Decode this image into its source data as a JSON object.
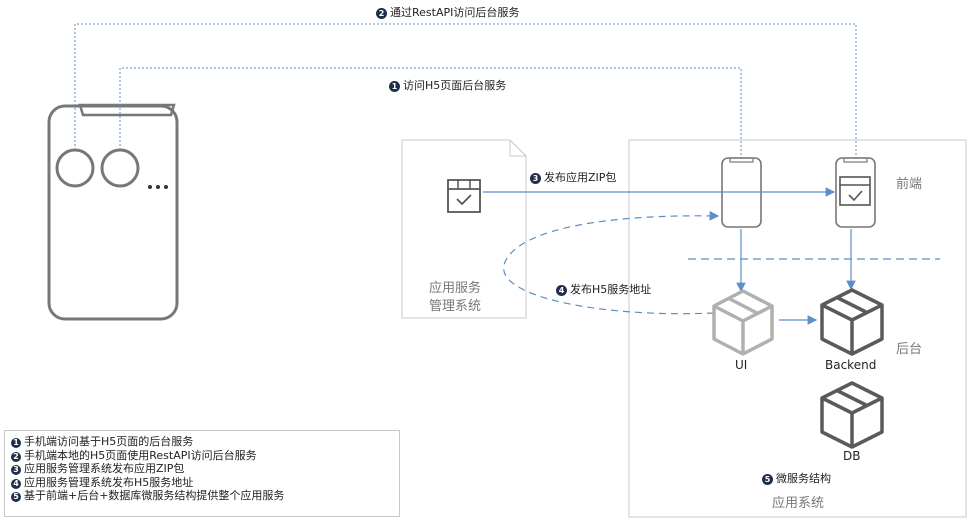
{
  "diagram": {
    "step_labels": {
      "s1": {
        "num": "1",
        "text": "访问H5页面后台服务"
      },
      "s2": {
        "num": "2",
        "text": "通过RestAPI访问后台服务"
      },
      "s3": {
        "num": "3",
        "text": "发布应用ZIP包"
      },
      "s4": {
        "num": "4",
        "text": "发布H5服务地址"
      },
      "s5": {
        "num": "5",
        "text": "微服务结构"
      }
    },
    "mgmt_system": {
      "line1": "应用服务",
      "line2": "管理系统"
    },
    "app_system": {
      "title": "应用系统",
      "frontend": "前端",
      "backend_layer": "后台"
    },
    "nodes": {
      "ui": "UI",
      "backend": "Backend",
      "db": "DB"
    },
    "legend": [
      {
        "num": "1",
        "text": "手机端访问基于H5页面的后台服务"
      },
      {
        "num": "2",
        "text": "手机端本地的H5页面使用RestAPI访问后台服务"
      },
      {
        "num": "3",
        "text": "应用服务管理系统发布应用ZIP包"
      },
      {
        "num": "4",
        "text": "应用服务管理系统发布H5服务地址"
      },
      {
        "num": "5",
        "text": "基于前端+后台+数据库微服务结构提供整个应用服务"
      }
    ]
  }
}
